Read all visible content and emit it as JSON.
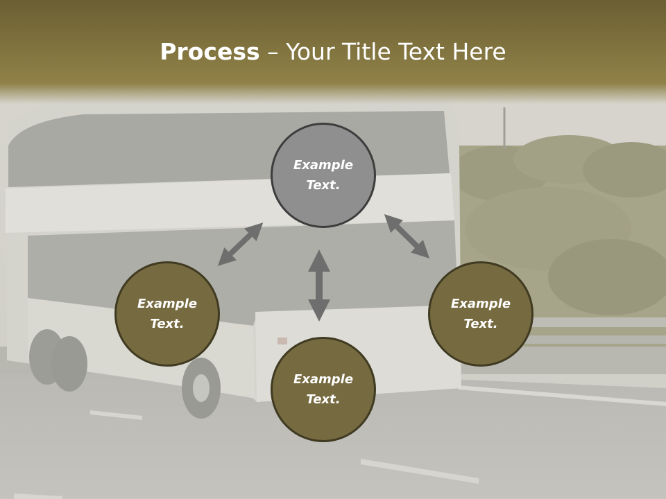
{
  "title": {
    "bold": "Process",
    "rest": " – Your Title Text Here"
  },
  "colors": {
    "header": "#766a40",
    "node_fill": "#766a40",
    "node_top_fill": "#8f8f8f",
    "arrow": "#6e6e6e"
  },
  "nodes": {
    "top": {
      "line1": "Example",
      "line2": "Text."
    },
    "left": {
      "line1": "Example",
      "line2": "Text."
    },
    "right": {
      "line1": "Example",
      "line2": "Text."
    },
    "bottom": {
      "line1": "Example",
      "line2": "Text."
    }
  },
  "background": {
    "subject": "coach-bus-photo"
  }
}
